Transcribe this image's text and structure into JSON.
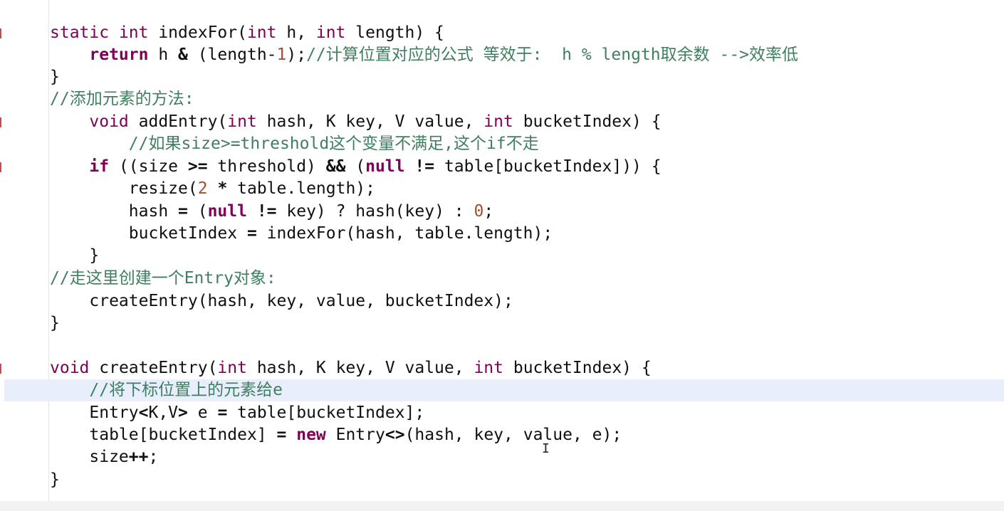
{
  "code": {
    "lines": [
      [
        [
          "kw2",
          "static "
        ],
        [
          "kw2",
          "int "
        ],
        [
          "plain",
          "indexFor("
        ],
        [
          "kw2",
          "int "
        ],
        [
          "plain",
          "h, "
        ],
        [
          "kw2",
          "int "
        ],
        [
          "plain",
          "length) {"
        ]
      ],
      [
        [
          "plain",
          "    "
        ],
        [
          "kw",
          "return "
        ],
        [
          "plain",
          "h "
        ],
        [
          "op",
          "&"
        ],
        [
          "plain",
          " (length-"
        ],
        [
          "num",
          "1"
        ],
        [
          "plain",
          ");"
        ],
        [
          "cm",
          "//计算位置对应的公式 等效于:  h % length取余数 -->效率低"
        ]
      ],
      [
        [
          "plain",
          "}"
        ]
      ],
      [
        [
          "cm",
          "//添加元素的方法:"
        ]
      ],
      [
        [
          "plain",
          "    "
        ],
        [
          "kw2",
          "void "
        ],
        [
          "plain",
          "addEntry("
        ],
        [
          "kw2",
          "int "
        ],
        [
          "plain",
          "hash, K key, V value, "
        ],
        [
          "kw2",
          "int "
        ],
        [
          "plain",
          "bucketIndex) {"
        ]
      ],
      [
        [
          "plain",
          "        "
        ],
        [
          "cm",
          "//如果size>=threshold这个变量不满足,这个if不走"
        ]
      ],
      [
        [
          "plain",
          "    "
        ],
        [
          "kw",
          "if "
        ],
        [
          "plain",
          "((size "
        ],
        [
          "op",
          ">="
        ],
        [
          "plain",
          " threshold) "
        ],
        [
          "op",
          "&&"
        ],
        [
          "plain",
          " ("
        ],
        [
          "kw",
          "null "
        ],
        [
          "op",
          "!="
        ],
        [
          "plain",
          " table[bucketIndex])) {"
        ]
      ],
      [
        [
          "plain",
          "        resize("
        ],
        [
          "num",
          "2"
        ],
        [
          "plain",
          " "
        ],
        [
          "op",
          "*"
        ],
        [
          "plain",
          " table.length);"
        ]
      ],
      [
        [
          "plain",
          "        hash "
        ],
        [
          "op",
          "="
        ],
        [
          "plain",
          " ("
        ],
        [
          "kw",
          "null "
        ],
        [
          "op",
          "!="
        ],
        [
          "plain",
          " key) ? hash(key) : "
        ],
        [
          "num",
          "0"
        ],
        [
          "plain",
          ";"
        ]
      ],
      [
        [
          "plain",
          "        bucketIndex "
        ],
        [
          "op",
          "="
        ],
        [
          "plain",
          " indexFor(hash, table.length);"
        ]
      ],
      [
        [
          "plain",
          "    }"
        ]
      ],
      [
        [
          "cm",
          "//走这里创建一个Entry对象:"
        ]
      ],
      [
        [
          "plain",
          "    createEntry(hash, key, value, bucketIndex);"
        ]
      ],
      [
        [
          "plain",
          "}"
        ]
      ],
      [],
      [
        [
          "kw2",
          "void "
        ],
        [
          "plain",
          "createEntry("
        ],
        [
          "kw2",
          "int "
        ],
        [
          "plain",
          "hash, K key, V value, "
        ],
        [
          "kw2",
          "int "
        ],
        [
          "plain",
          "bucketIndex) {"
        ]
      ],
      [
        [
          "plain",
          "    "
        ],
        [
          "cm",
          "//将下标位置上的元素给e"
        ]
      ],
      [
        [
          "plain",
          "    Entry"
        ],
        [
          "op",
          "<"
        ],
        [
          "plain",
          "K,V"
        ],
        [
          "op",
          ">"
        ],
        [
          "plain",
          " e "
        ],
        [
          "op",
          "="
        ],
        [
          "plain",
          " table[bucketIndex];"
        ]
      ],
      [
        [
          "plain",
          "    table[bucketIndex] "
        ],
        [
          "op",
          "="
        ],
        [
          "plain",
          " "
        ],
        [
          "kw",
          "new "
        ],
        [
          "plain",
          "Entry"
        ],
        [
          "op",
          "<>"
        ],
        [
          "plain",
          "(hash, key, value, e);"
        ]
      ],
      [
        [
          "plain",
          "    size"
        ],
        [
          "op",
          "++"
        ],
        [
          "plain",
          ";"
        ]
      ],
      [
        [
          "plain",
          "}"
        ]
      ]
    ],
    "highlighted_line": 16,
    "cursor_glyph": "I"
  },
  "colors": {
    "keyword": "#7f0055",
    "comment": "#3f7f5f",
    "number": "#a05030",
    "highlight": "#e8eefc",
    "background": "#ffffff"
  }
}
